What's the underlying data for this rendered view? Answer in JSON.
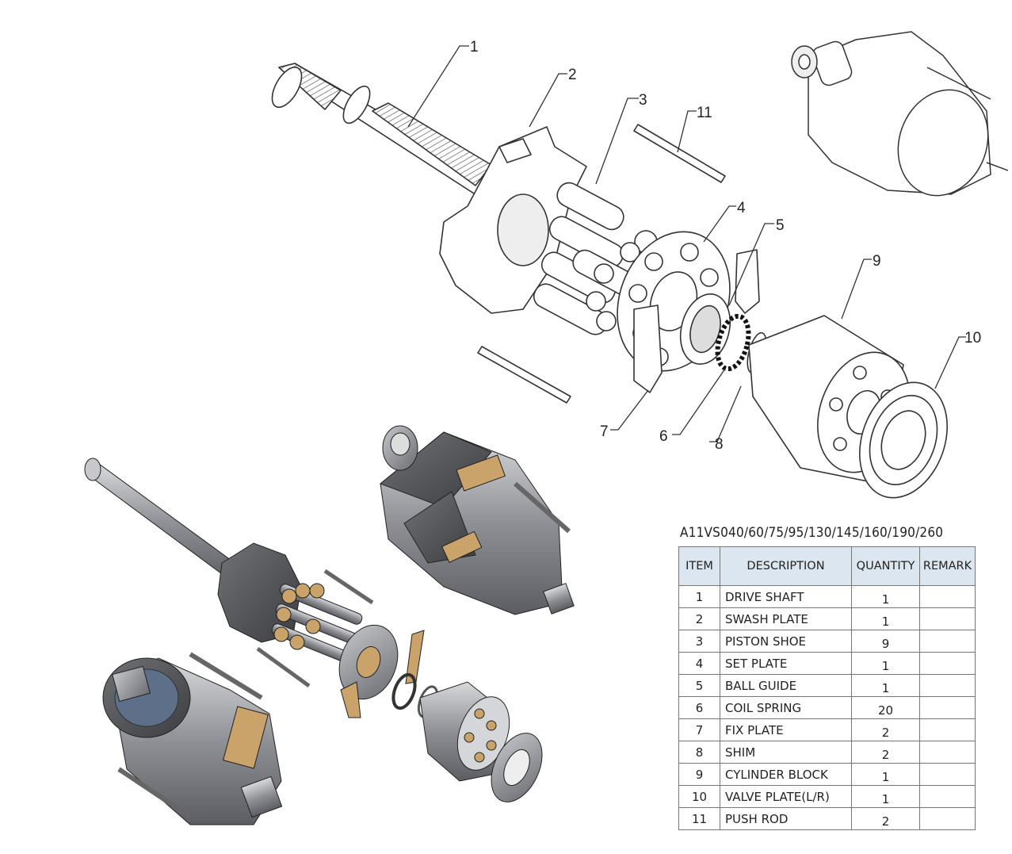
{
  "callouts": [
    "1",
    "2",
    "3",
    "4",
    "5",
    "6",
    "7",
    "8",
    "9",
    "10",
    "11"
  ],
  "table": {
    "model": "A11VS040/60/75/95/130/145/160/190/260",
    "headers": {
      "item": "ITEM",
      "description": "DESCRIPTION",
      "quantity": "QUANTITY",
      "remark": "REMARK"
    },
    "rows": [
      {
        "item": "1",
        "description": "DRIVE SHAFT",
        "quantity": "1",
        "remark": ""
      },
      {
        "item": "2",
        "description": "SWASH PLATE",
        "quantity": "1",
        "remark": ""
      },
      {
        "item": "3",
        "description": "PISTON SHOE",
        "quantity": "9",
        "remark": ""
      },
      {
        "item": "4",
        "description": "SET PLATE",
        "quantity": "1",
        "remark": ""
      },
      {
        "item": "5",
        "description": "BALL GUIDE",
        "quantity": "1",
        "remark": ""
      },
      {
        "item": "6",
        "description": "COIL SPRING",
        "quantity": "20",
        "remark": ""
      },
      {
        "item": "7",
        "description": "FIX PLATE",
        "quantity": "2",
        "remark": ""
      },
      {
        "item": "8",
        "description": "SHIM",
        "quantity": "2",
        "remark": ""
      },
      {
        "item": "9",
        "description": "CYLINDER BLOCK",
        "quantity": "1",
        "remark": ""
      },
      {
        "item": "10",
        "description": "VALVE PLATE(L/R)",
        "quantity": "1",
        "remark": ""
      },
      {
        "item": "11",
        "description": "PUSH ROD",
        "quantity": "2",
        "remark": ""
      }
    ]
  },
  "colors": {
    "line": "#333333",
    "metal": "#8a8c90",
    "dark": "#4a4c50",
    "bronze": "#c9a36a",
    "header": "#dce6f0"
  }
}
